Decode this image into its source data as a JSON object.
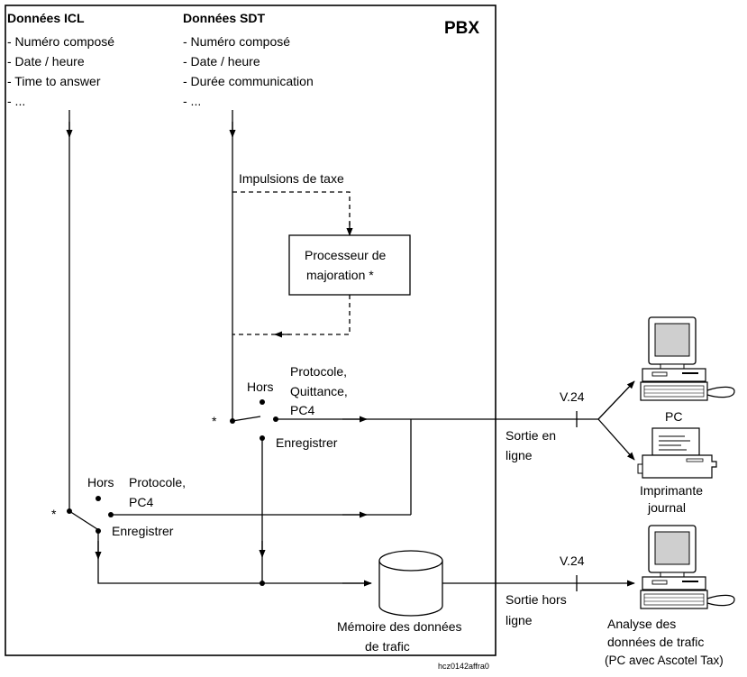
{
  "pbx_label": "PBX",
  "icl": {
    "title": "Données ICL",
    "items": [
      "- Numéro composé",
      "- Date / heure",
      "- Time to answer",
      "- ..."
    ]
  },
  "sdt": {
    "title": "Données SDT",
    "items": [
      "- Numéro composé",
      "- Date / heure",
      "- Durée communication",
      "- ..."
    ]
  },
  "tax_pulses": "Impulsions de taxe",
  "surcharge_processor": [
    "Processeur de",
    "majoration *"
  ],
  "upper_switch": {
    "star": "*",
    "off": "Hors",
    "protocol": [
      "Protocole,",
      "Quittance,",
      "PC4"
    ],
    "record": "Enregistrer"
  },
  "lower_switch": {
    "star": "*",
    "off": "Hors",
    "protocol": [
      "Protocole,",
      "PC4"
    ],
    "record": "Enregistrer"
  },
  "memory_label": [
    "Mémoire des données",
    "de trafic"
  ],
  "v24_upper": "V.24",
  "v24_lower": "V.24",
  "online_output": [
    "Sortie en",
    "ligne"
  ],
  "offline_output": [
    "Sortie hors",
    "ligne"
  ],
  "pc_label": "PC",
  "printer_label": [
    "Imprimante",
    "journal"
  ],
  "analysis_label": [
    "Analyse des",
    "données de trafic",
    "(PC avec Ascotel Tax)"
  ],
  "figure_code": "hcz0142affra0",
  "icons": [
    "pc-icon",
    "printer-icon",
    "analysis-pc-icon",
    "database-icon"
  ]
}
